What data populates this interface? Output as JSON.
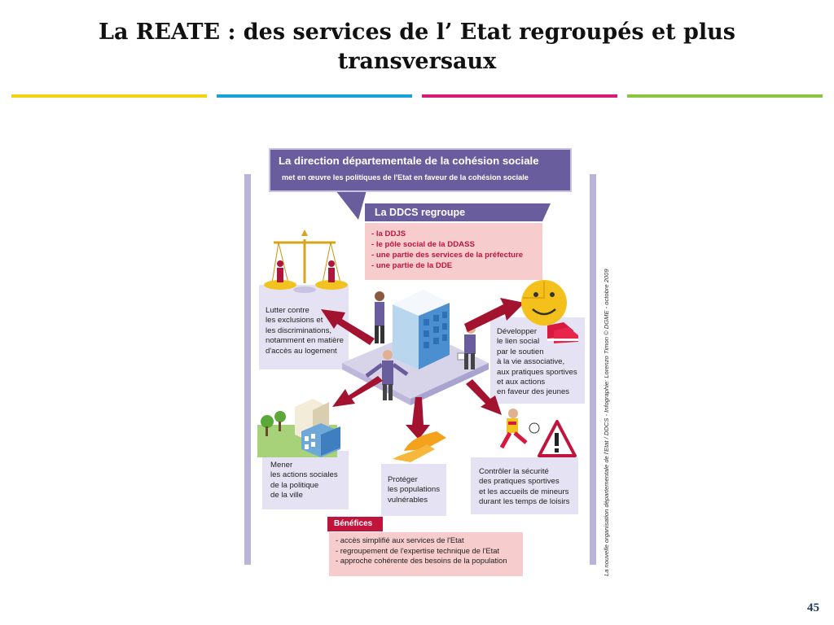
{
  "slide": {
    "title": "La REATE : des services de l’ Etat regroupés et plus transversaux",
    "page_number": "45",
    "bar_colors": [
      "#f2d30f",
      "#1aa0db",
      "#d81b75",
      "#8cc63f"
    ]
  },
  "diagram": {
    "header_main": "La direction départementale de la cohésion sociale",
    "header_sub": "met en œuvre les politiques de l'Etat en faveur de la cohésion sociale",
    "regroupe_title": "La DDCS regroupe",
    "regroupe_items": [
      "- la DDJS",
      "- le pôle social de la DDASS",
      "- une partie des services de la préfecture",
      "- une partie de la DDE"
    ],
    "lutter": [
      "Lutter contre",
      "les exclusions et",
      "les discriminations,",
      "notamment en matière",
      "d'accès au logement"
    ],
    "developper": [
      "Développer",
      "le lien social",
      "par le soutien",
      "à la vie associative,",
      "aux pratiques sportives",
      "et aux actions",
      "en faveur des jeunes"
    ],
    "mener": [
      "Mener",
      "les actions sociales",
      "de la politique",
      "de la ville"
    ],
    "proteger": [
      "Protéger",
      "les populations",
      "vulnérables"
    ],
    "controler": [
      "Contrôler la sécurité",
      "des pratiques sportives",
      "et les accueils de mineurs",
      "durant les temps de loisirs"
    ],
    "benefices_title": "Bénéfices",
    "benefices_items": [
      "- accès simplifié aux services de l'Etat",
      "- regroupement de l'expertise technique de l'Etat",
      "- approche cohérente des besoins de la population"
    ],
    "credit": "La nouvelle organisation départementale de l'Etat / DDCS - Infographie: Lorenzo Timon  © DGME - octobre 2009",
    "accent_purple": "#6a5d9e",
    "accent_red": "#c0143c",
    "arrow_color": "#a3122e"
  }
}
